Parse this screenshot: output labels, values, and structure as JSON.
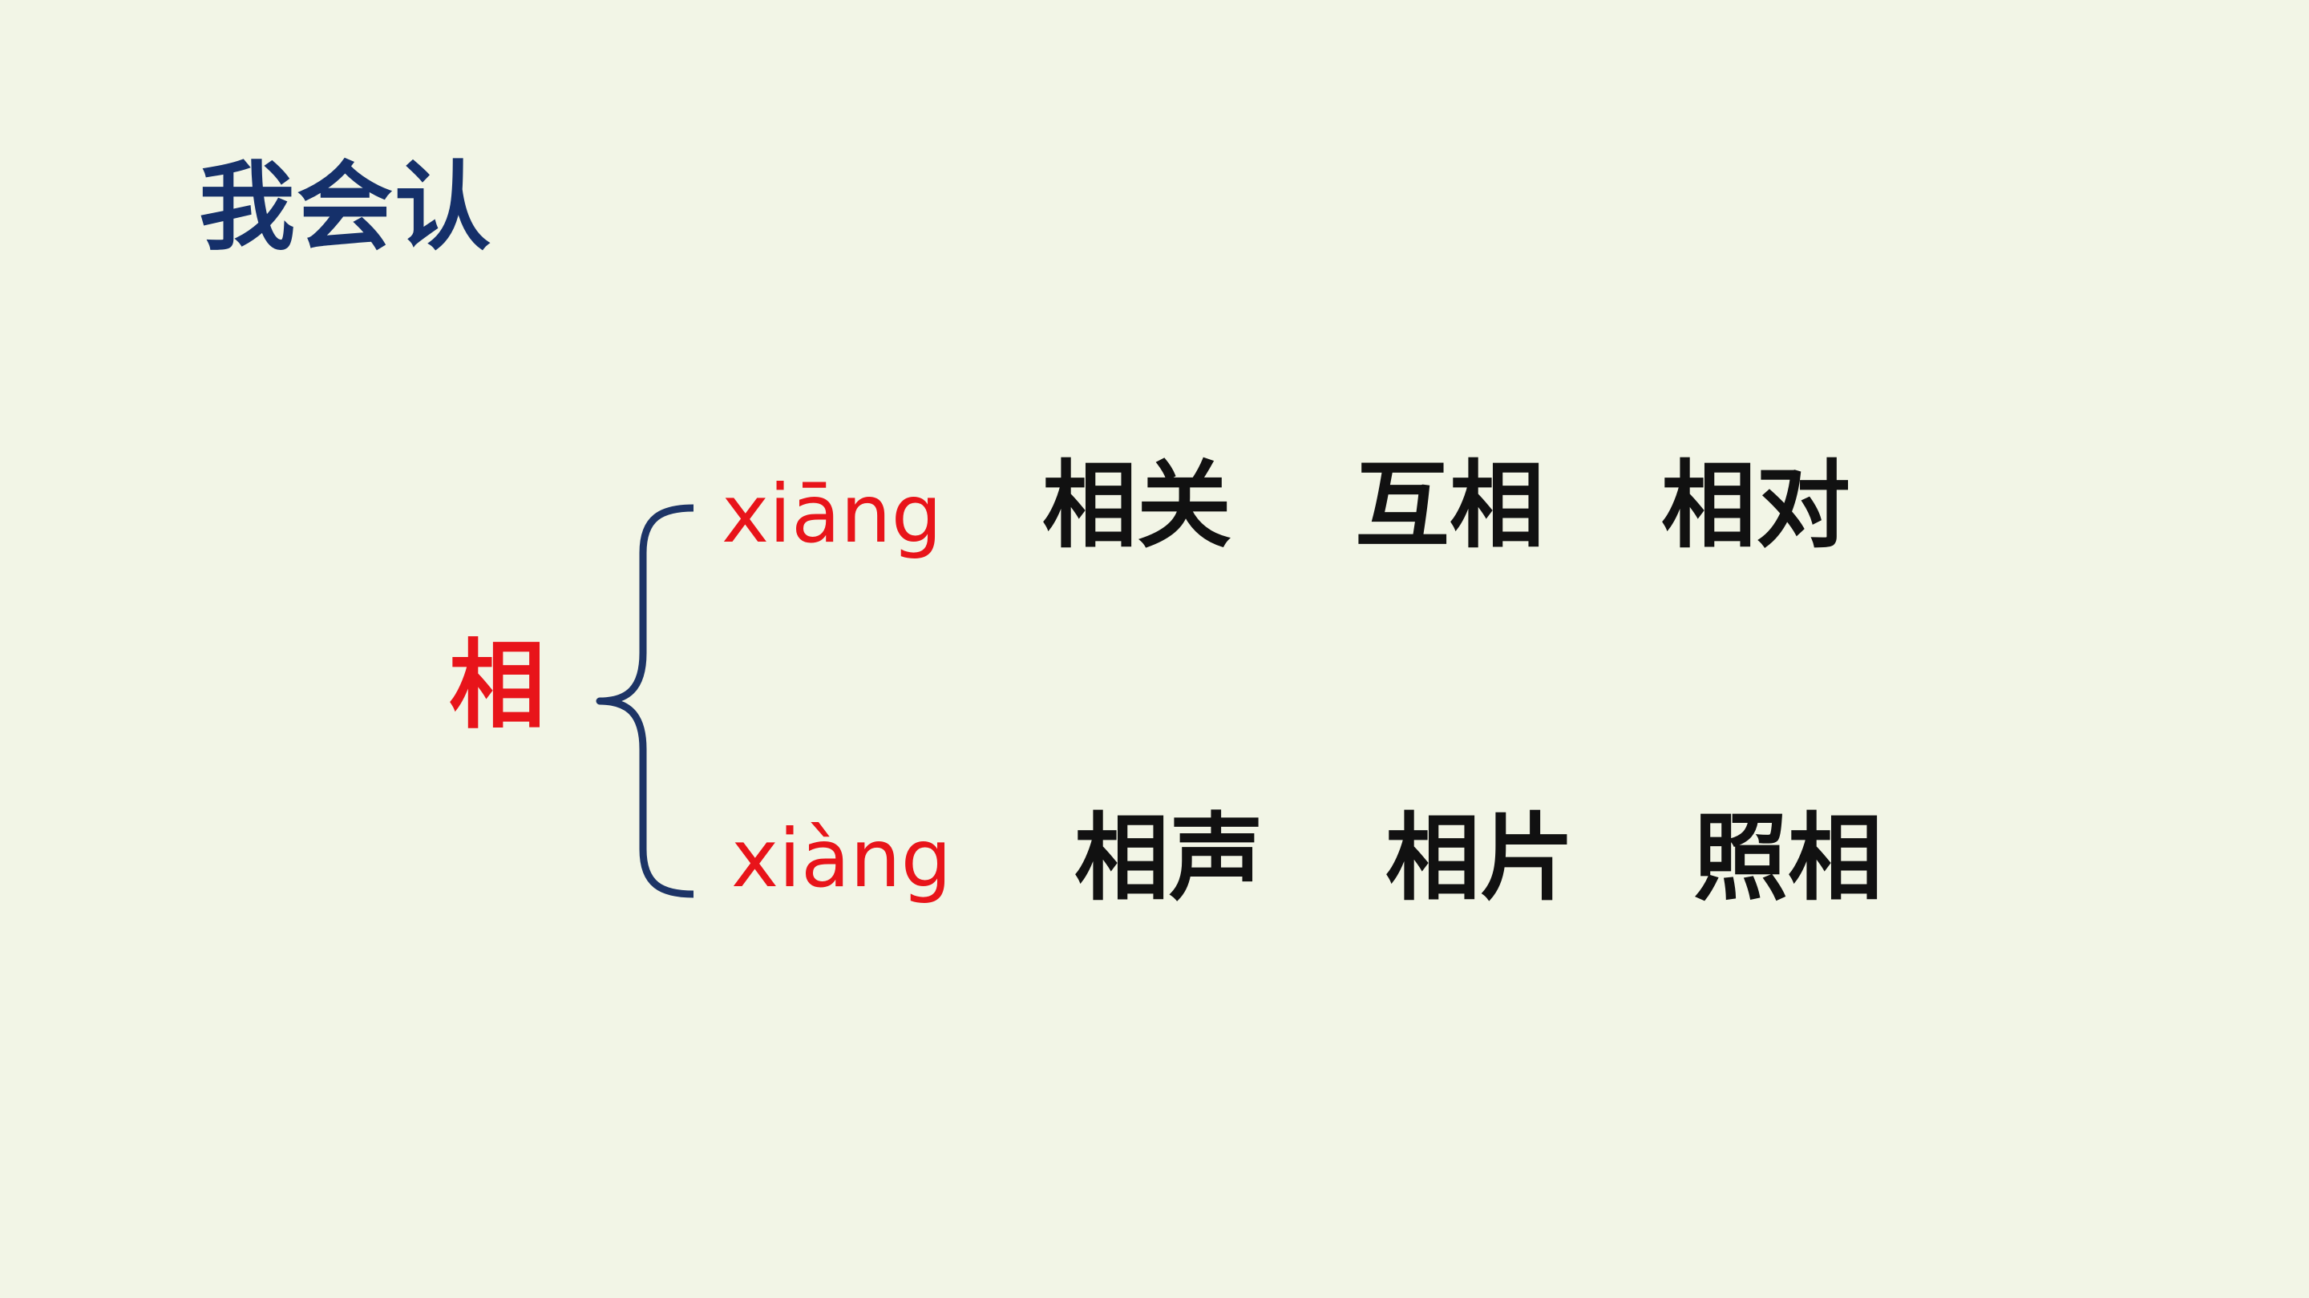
{
  "slide": {
    "title": "我会认",
    "character": "相",
    "readings": [
      {
        "pinyin": "xiāng",
        "words": [
          "相关",
          "互相",
          "相对"
        ]
      },
      {
        "pinyin": "xiàng",
        "words": [
          "相声",
          "相片",
          "照相"
        ]
      }
    ]
  },
  "colors": {
    "background": "#f2f5e6",
    "title": "#15306a",
    "accent": "#e8141a",
    "brace": "#1d3466",
    "text": "#111111"
  },
  "icons": {
    "brace": "curly-brace-icon"
  }
}
